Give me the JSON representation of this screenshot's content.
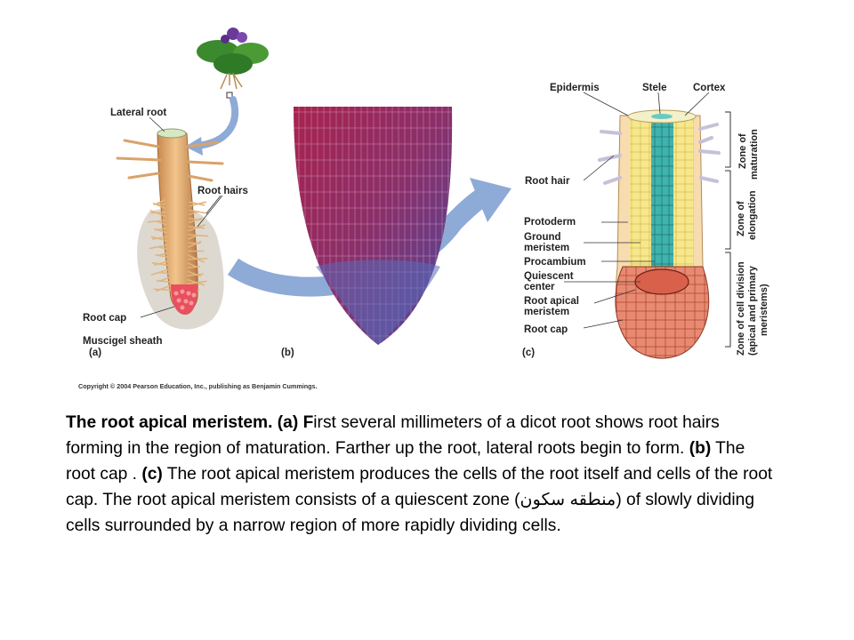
{
  "panel_a": {
    "lateral_root": "Lateral root",
    "root_hairs": "Root hairs",
    "root_cap": "Root cap",
    "muscigel_sheath": "Muscigel sheath",
    "tag": "(a)"
  },
  "panel_b": {
    "tag": "(b)"
  },
  "panel_c": {
    "epidermis": "Epidermis",
    "stele": "Stele",
    "cortex": "Cortex",
    "root_hair": "Root hair",
    "protoderm": "Protoderm",
    "ground_1": "Ground",
    "ground_2": "meristem",
    "procambium": "Procambium",
    "quiescent_1": "Quiescent",
    "quiescent_2": "center",
    "ram_1": "Root apical",
    "ram_2": "meristem",
    "root_cap": "Root cap",
    "tag": "(c)",
    "zone_maturation_1": "Zone of",
    "zone_maturation_2": "maturation",
    "zone_elongation_1": "Zone of",
    "zone_elongation_2": "elongation",
    "zone_division_1": "Zone of cell division",
    "zone_division_2": "(apical and primary",
    "zone_division_3": "meristems)"
  },
  "copyright": "Copyright © 2004 Pearson Education, Inc., publishing as Benjamin Cummings.",
  "caption": {
    "s1": "The root apical meristem. (a) F",
    "s2": "irst several millimeters of a dicot root shows root hairs forming in the region of maturation. Farther up the root, lateral roots begin to form. ",
    "s3": "(b)",
    "s4": " The root cap  . ",
    "s5": "(c)",
    "s6": " The root apical meristem produces the cells of the root itself and cells of the root cap. The root apical meristem consists of a quiescent zone (",
    "s7": "منطقه سكون",
    "s8": ") of slowly dividing cells surrounded by a narrow region of more rapidly dividing cells."
  }
}
